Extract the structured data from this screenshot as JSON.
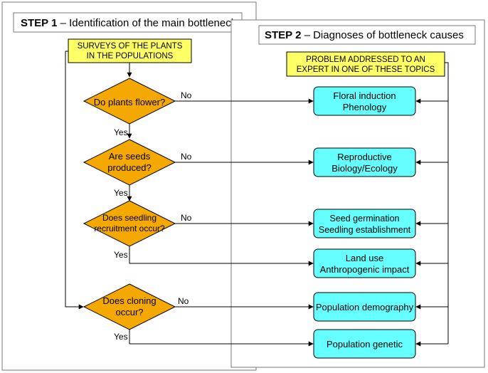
{
  "step1": {
    "title_bold": "STEP 1",
    "title_rest": " – Identification of the main bottlenecks"
  },
  "step2": {
    "title_bold": "STEP 2",
    "title_rest": " – Diagnoses of bottleneck causes"
  },
  "start_box": [
    "SURVEYS OF THE PLANTS",
    "IN THE POPULATIONS"
  ],
  "expert_box": [
    "PROBLEM ADDRESSED TO AN",
    "EXPERT IN ONE OF THESE TOPICS"
  ],
  "decisions": [
    {
      "lines": [
        "Do plants flower?"
      ]
    },
    {
      "lines": [
        "Are seeds",
        "produced?"
      ]
    },
    {
      "lines": [
        "Does seedling",
        "recruitment occur?"
      ]
    },
    {
      "lines": [
        "Does cloning",
        "occur?"
      ]
    }
  ],
  "topics": [
    {
      "lines": [
        "Floral induction",
        "Phenology"
      ]
    },
    {
      "lines": [
        "Reproductive",
        "Biology/Ecology"
      ]
    },
    {
      "lines": [
        "Seed germination",
        "Seedling establishment"
      ]
    },
    {
      "lines": [
        "Land use",
        "Anthropogenic impact"
      ]
    },
    {
      "lines": [
        "Population demography"
      ]
    },
    {
      "lines": [
        "Population genetic"
      ]
    }
  ],
  "labels": {
    "no": "No",
    "yes": "Yes"
  },
  "colors": {
    "decision_fill": "#F5A800",
    "topic_fill": "#66FFFF",
    "note_fill": "#FFFF66",
    "panel_fill": "#FFFFFF",
    "stroke": "#000000",
    "panel_stroke": "#777777"
  }
}
